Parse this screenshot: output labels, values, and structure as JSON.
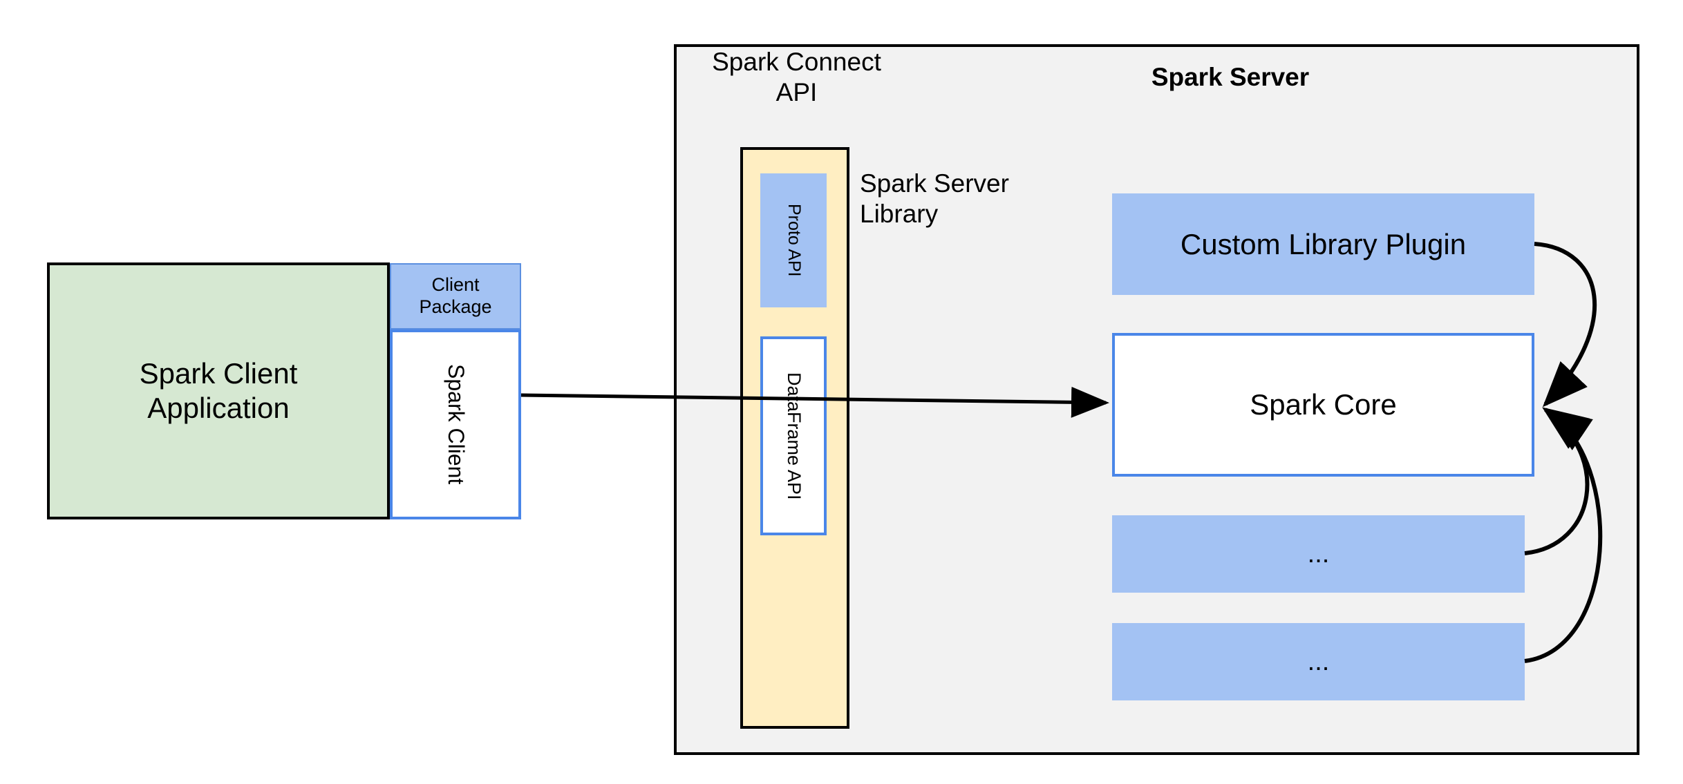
{
  "diagram": {
    "title_hidden": "",
    "client": {
      "application_label": "Spark Client\nApplication",
      "client_package_label": "Client\nPackage",
      "spark_client_label": "Spark Client"
    },
    "server": {
      "container_title": "Spark Server",
      "connect_api_label": "Spark Connect\nAPI",
      "server_library_label": "Spark Server\nLibrary",
      "connect_column": {
        "proto_api_label": "Proto API",
        "dataframe_api_label": "DataFrame API"
      },
      "stack": [
        {
          "label": "Custom Library Plugin",
          "name": "custom-library-plugin"
        },
        {
          "label": "Spark Core",
          "name": "spark-core"
        },
        {
          "label": "...",
          "name": "ellipsis-1"
        },
        {
          "label": "...",
          "name": "ellipsis-2"
        }
      ]
    },
    "colors": {
      "client_app_fill": "#d6e8d2",
      "blue_fill": "#a3c2f3",
      "blue_border": "#4a86e8",
      "yellow_fill": "#ffeec2",
      "container_fill": "#f2f2f2",
      "stroke": "#000000"
    },
    "connectors": [
      {
        "name": "client-to-server-arrow",
        "from": "spark-client",
        "to": "spark-core"
      },
      {
        "name": "plugin-to-core-arrow",
        "from": "custom-library-plugin",
        "to": "spark-core"
      },
      {
        "name": "ellipsis1-to-core-arrow",
        "from": "ellipsis-1",
        "to": "spark-core"
      },
      {
        "name": "ellipsis2-to-core-arrow",
        "from": "ellipsis-2",
        "to": "spark-core"
      }
    ]
  }
}
